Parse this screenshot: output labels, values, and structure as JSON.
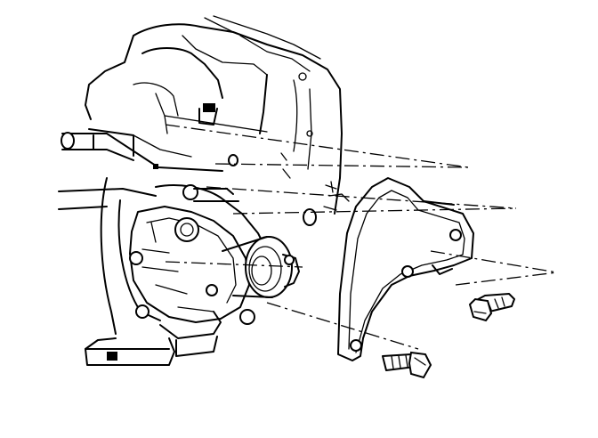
{
  "diagram": {
    "parts": [
      {
        "id": "engine-block",
        "icon": "engine-block-icon"
      },
      {
        "id": "transmission-housing",
        "icon": "transmission-housing-icon"
      },
      {
        "id": "mounting-bracket",
        "icon": "mounting-bracket-icon"
      },
      {
        "id": "upper-bolt",
        "icon": "bolt-icon"
      },
      {
        "id": "lower-bolt",
        "icon": "bolt-icon"
      }
    ],
    "colors": {
      "line": "#000000",
      "background": "#ffffff"
    }
  }
}
